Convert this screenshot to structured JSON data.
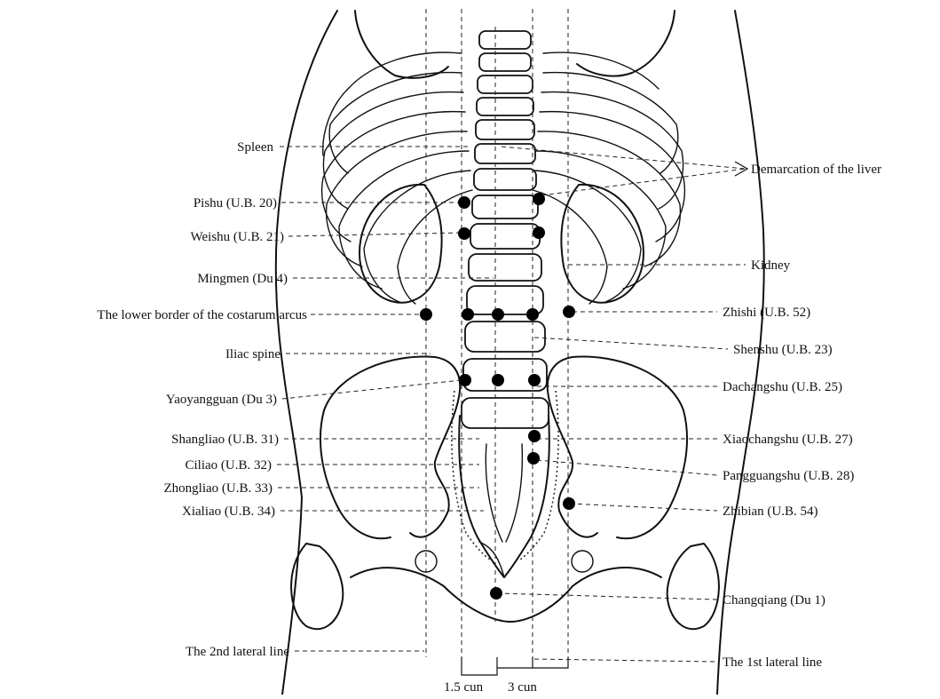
{
  "labels": {
    "spleen": "Spleen",
    "pishu": "Pishu (U.B. 20)",
    "weishu": "Weishu (U.B. 21)",
    "mingmen": "Mingmen (Du 4)",
    "costarum": "The lower border of the costarum arcus",
    "iliac_spine": "Iliac spine",
    "yaoyangguan": "Yaoyangguan (Du 3)",
    "shangliao": "Shangliao (U.B. 31)",
    "ciliao": "Ciliao (U.B. 32)",
    "zhongliao": "Zhongliao (U.B. 33)",
    "xialiao": "Xialiao (U.B. 34)",
    "second_lateral": "The 2nd lateral line",
    "demarcation_liver": "Demarcation of the liver",
    "kidney": "Kidney",
    "zhishi": "Zhishi (U.B. 52)",
    "shenshu": "Shenshu (U.B. 23)",
    "dachangshu": "Dachangshu (U.B. 25)",
    "xiaochangshu": "Xiaochangshu (U.B. 27)",
    "pangguangshu": "Pangguangshu (U.B. 28)",
    "zhibian": "Zhibian (U.B. 54)",
    "changqiang": "Changqiang (Du 1)",
    "first_lateral": "The 1st lateral line",
    "cun_15": "1.5 cun",
    "cun_3": "3 cun"
  }
}
